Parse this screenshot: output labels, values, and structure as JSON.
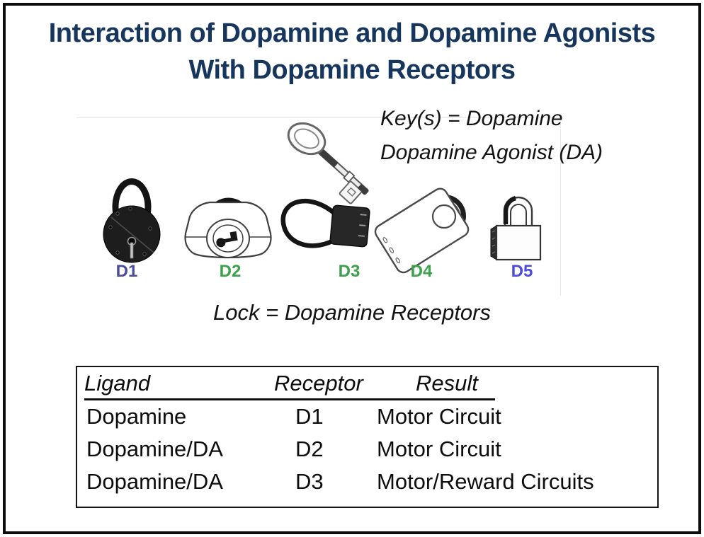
{
  "title": {
    "line1": "Interaction of Dopamine and Dopamine Agonists",
    "line2": "With Dopamine Receptors",
    "color": "#17365d"
  },
  "key_legend": {
    "line1": "Key(s) = Dopamine",
    "line2": "Dopamine Agonist (DA)"
  },
  "lock_legend": "Lock = Dopamine Receptors",
  "receptors": [
    {
      "id": "D1",
      "label": "D1",
      "color": "#4a4a9e",
      "icon": "round-dark-padlock-icon"
    },
    {
      "id": "D2",
      "label": "D2",
      "color": "#3aa24a",
      "icon": "rounded-keyhole-lock-icon"
    },
    {
      "id": "D3",
      "label": "D3",
      "color": "#3aa24a",
      "icon": "cable-lock-icon"
    },
    {
      "id": "D4",
      "label": "D4",
      "color": "#3aa24a",
      "icon": "tilted-lock-ring-icon"
    },
    {
      "id": "D5",
      "label": "D5",
      "color": "#4b4bdd",
      "icon": "padlock-outline-icon"
    }
  ],
  "table": {
    "headers": [
      "Ligand",
      "Receptor",
      "Result"
    ],
    "rows": [
      [
        "Dopamine",
        "D1",
        "Motor Circuit"
      ],
      [
        "Dopamine/DA",
        "D2",
        "Motor Circuit"
      ],
      [
        "Dopamine/DA",
        "D3",
        "Motor/Reward Circuits"
      ]
    ]
  },
  "colors": {
    "title_navy": "#17365d",
    "slide_border": "#0d0d0d",
    "table_border": "#141414",
    "faint_photo_edge": "#e8e8e8"
  }
}
